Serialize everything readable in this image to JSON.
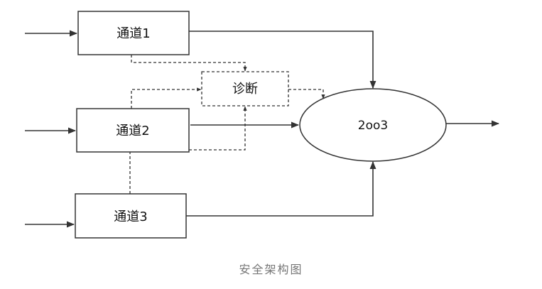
{
  "diagram": {
    "channels": [
      {
        "label": "通道1"
      },
      {
        "label": "通道2"
      },
      {
        "label": "通道3"
      }
    ],
    "diagnostic_label": "诊断",
    "voter_label": "2oo3",
    "caption": "安全架构图",
    "colors": {
      "line": "#333333",
      "text": "#111111",
      "caption": "#777777",
      "background": "#ffffff"
    }
  }
}
